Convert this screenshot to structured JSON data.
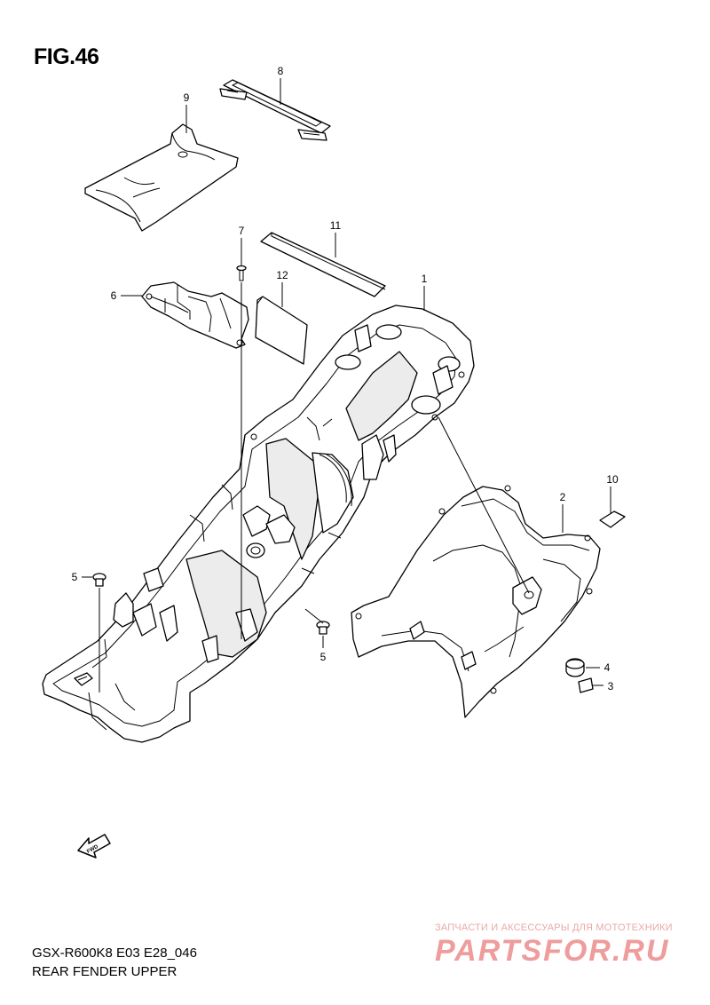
{
  "figure": {
    "title": "FIG.46",
    "model_code": "GSX-R600K8 E03 E28_046",
    "section_name": "REAR FENDER UPPER",
    "fwd_label": "FWD"
  },
  "callouts": [
    {
      "id": "1",
      "label": "1"
    },
    {
      "id": "2",
      "label": "2"
    },
    {
      "id": "3",
      "label": "3"
    },
    {
      "id": "4",
      "label": "4"
    },
    {
      "id": "5a",
      "label": "5"
    },
    {
      "id": "5b",
      "label": "5"
    },
    {
      "id": "6",
      "label": "6"
    },
    {
      "id": "7",
      "label": "7"
    },
    {
      "id": "8",
      "label": "8"
    },
    {
      "id": "9",
      "label": "9"
    },
    {
      "id": "10",
      "label": "10"
    },
    {
      "id": "11",
      "label": "11"
    },
    {
      "id": "12",
      "label": "12"
    }
  ],
  "watermark": {
    "tagline": "ЗАПЧАСТИ И АКСЕССУАРЫ ДЛЯ МОТОТЕХНИКИ",
    "logo": "PARTSFOR.RU",
    "color": "#ef9c9c"
  }
}
